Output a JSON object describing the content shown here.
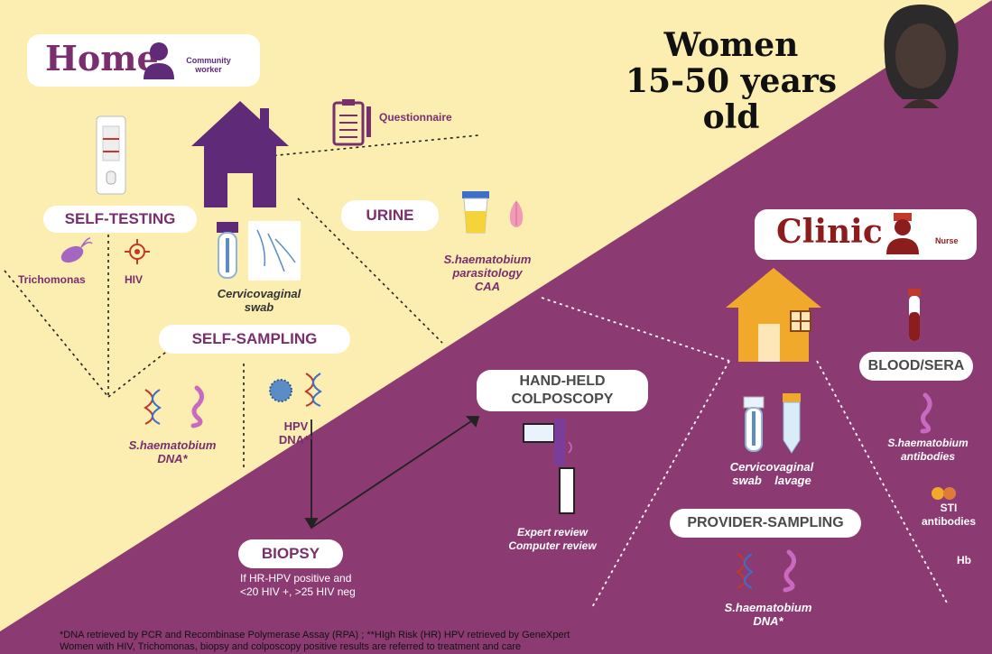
{
  "colors": {
    "yellow": "#fbeeb0",
    "purple": "#8c3b72",
    "label_purple": "#7a2e6e",
    "house_purple": "#5f2a78",
    "house_gold": "#f0a92a"
  },
  "title": {
    "line1": "Women",
    "line2": "15-50 years old"
  },
  "home": {
    "title": "Home",
    "role_line1": "Community",
    "role_line2": "worker"
  },
  "clinic": {
    "title": "Clinic",
    "role": "Nurse"
  },
  "questionnaire": "Questionnaire",
  "self_testing": {
    "title": "SELF-TESTING",
    "items": [
      "Trichomonas",
      "HIV"
    ]
  },
  "urine": {
    "title": "URINE",
    "lines": [
      "S.haematobium",
      "parasitology",
      "CAA"
    ]
  },
  "cervicovaginal_home": {
    "line1": "Cervicovaginal",
    "line2": "swab"
  },
  "self_sampling": {
    "title": "SELF-SAMPLING"
  },
  "sh_dna_home": {
    "line1": "S.haematobium",
    "line2": "DNA*"
  },
  "hpv": {
    "line1": "HPV",
    "line2": "DNA**"
  },
  "biopsy": {
    "title": "BIOPSY",
    "line1": "If HR-HPV positive and",
    "line2": "<20 HIV +, >25 HIV neg"
  },
  "colposcopy": {
    "line1": "HAND-HELD",
    "line2": "COLPOSCOPY",
    "review1": "Expert review",
    "review2": "Computer review"
  },
  "clinic_samples": {
    "line1": "Cervicovaginal",
    "line2": "swab    lavage"
  },
  "provider_sampling": {
    "title": "PROVIDER-SAMPLING"
  },
  "sh_dna_clinic": {
    "line1": "S.haematobium",
    "line2": "DNA*"
  },
  "blood": {
    "title": "BLOOD/SERA",
    "antibodies1": "S.haematobium",
    "antibodies2": "antibodies",
    "sti1": "STI",
    "sti2": "antibodies",
    "hb": "Hb"
  },
  "footnotes": {
    "line1": "*DNA retrieved by PCR and Recombinase Polymerase Assay (RPA) ;  **HIgh Risk (HR) HPV retrieved by GeneXpert",
    "line2": "Women with HIV, Trichomonas, biopsy and  colposcopy positive results are referred to treatment and care"
  },
  "icons": [
    "person-icon",
    "questionnaire-icon",
    "house-icon",
    "test-cassette-icon",
    "trichomonas-icon",
    "virus-icon",
    "swab-tube-icon",
    "urine-cup-icon",
    "worm-icon",
    "dna-icon",
    "colposcope-icon",
    "nurse-icon",
    "blood-tube-icon"
  ]
}
